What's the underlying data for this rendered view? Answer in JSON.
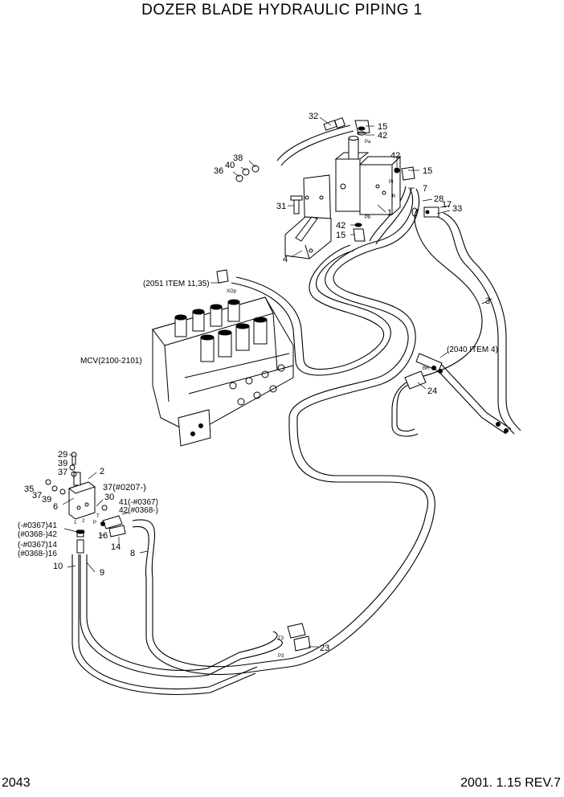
{
  "title": "DOZER BLADE HYDRAULIC PIPING 1",
  "page_number": "2043",
  "revision": "2001. 1.15 REV.7",
  "labels": {
    "l32": "32",
    "l15a": "15",
    "l42a": "42",
    "l42b": "42",
    "l15b": "15",
    "l7": "7",
    "l28": "28",
    "l17": "17",
    "l33": "33",
    "l38": "38",
    "l40": "40",
    "l36": "36",
    "l31": "31",
    "l1": "1",
    "l42c": "42",
    "l15c": "15",
    "l4": "4",
    "l3": "3",
    "l24": "24",
    "ref2051": "(2051 ITEM 11,35)",
    "ref2040": "(2040 ITEM 4)",
    "mcv": "MCV(2100-2101)",
    "l29": "29",
    "l39a": "39",
    "l37a": "37",
    "l2": "2",
    "l35": "35",
    "l37b": "37",
    "l39b": "39",
    "l6": "6",
    "l37c": "37(#0207-)",
    "l30": "30",
    "l41a": "41(-#0367)",
    "l42d": "42(#0368-)",
    "l41b": "(-#0367)41",
    "l42e": "(#0368-)42",
    "l16": "16",
    "l14a": "14",
    "l14b": "(-#0367)14",
    "l16b": "(#0368-)16",
    "l8": "8",
    "l10": "10",
    "l9": "9",
    "l23": "23"
  },
  "port_marks": {
    "pa": "Pa",
    "pb": "Pb",
    "pi": "Pi",
    "r": "R",
    "xop": "XOp",
    "br": "BR",
    "t3": "T3",
    "p3": "P3",
    "p": "P",
    "t": "T",
    "n1": "1",
    "n2": "2"
  }
}
